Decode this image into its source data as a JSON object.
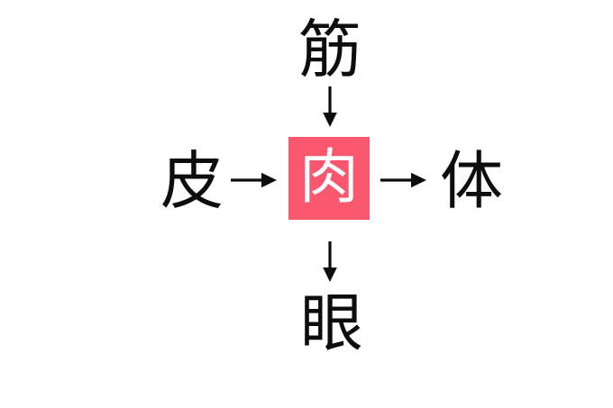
{
  "diagram": {
    "type": "kanji-association-cross",
    "background_color": "#ffffff",
    "center": {
      "character": "肉",
      "text_color": "#ffffff",
      "highlight_color": "#f8576e",
      "role": "common-kanji"
    },
    "nodes": {
      "top": {
        "character": "筋",
        "color": "#0d0d0d",
        "compound": "筋肉"
      },
      "left": {
        "character": "皮",
        "color": "#0d0d0d",
        "compound": "皮肉"
      },
      "right": {
        "character": "体",
        "color": "#0d0d0d",
        "compound": "肉体"
      },
      "bottom": {
        "character": "眼",
        "color": "#0d0d0d",
        "compound": "肉眼"
      }
    },
    "arrows": {
      "top_to_center": {
        "glyph": "↓",
        "direction": "down"
      },
      "left_to_center": {
        "glyph": "→",
        "direction": "right"
      },
      "center_to_right": {
        "glyph": "→",
        "direction": "right"
      },
      "center_to_bottom": {
        "glyph": "↓",
        "direction": "down"
      }
    }
  }
}
